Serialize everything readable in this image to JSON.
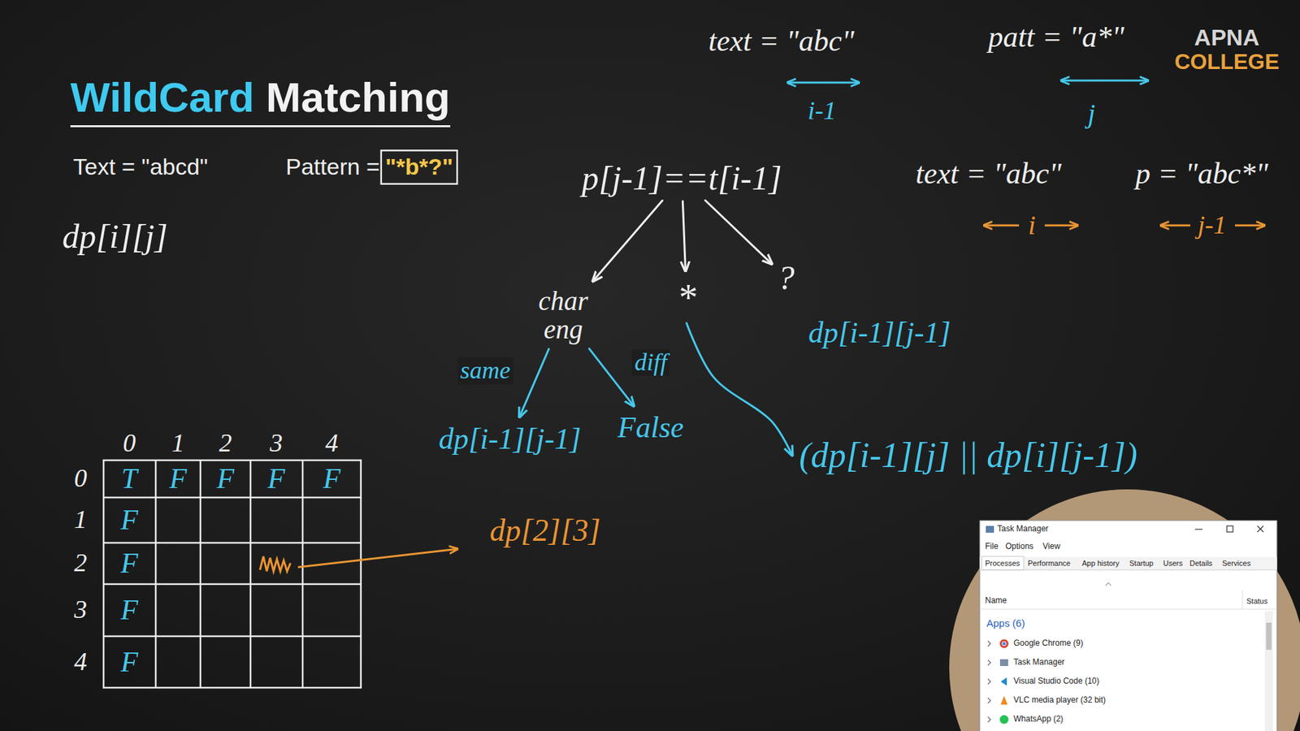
{
  "diagram": {
    "title": "WildCard Matching",
    "nodes": [
      {
        "text": [
          "p[j-1]==t[i-1]"
        ]
      },
      {
        "text": [
          "char eng"
        ]
      },
      {
        "text": [
          "*"
        ]
      },
      {
        "text": [
          "?"
        ]
      },
      {
        "text": [
          "dp[i-1][j-1]"
        ]
      },
      {
        "text": [
          "dp[i-1][j-1]"
        ]
      },
      {
        "text": [
          "False"
        ]
      },
      {
        "text": [
          "(dp[i-1][j] || dp[i][j-1])"
        ]
      }
    ],
    "edges": [
      {
        "from": 0,
        "to": 1,
        "arrow": "to"
      },
      {
        "from": 0,
        "to": 2,
        "arrow": "to"
      },
      {
        "from": 0,
        "to": 3,
        "arrow": "to"
      },
      {
        "from": 1,
        "to": 5,
        "label": "same",
        "arrow": "to"
      },
      {
        "from": 1,
        "to": 6,
        "label": "diff",
        "arrow": "to"
      },
      {
        "from": 2,
        "to": 7,
        "arrow": "to"
      }
    ],
    "labels": [
      "Text = \"abcd\"",
      "Pattern =",
      "\"*b*?\"",
      "dp[i][j]",
      "0",
      "1",
      "2",
      "3",
      "4",
      "0",
      "1",
      "2",
      "3",
      "4",
      "T",
      "F",
      "F",
      "F",
      "F",
      "F",
      "F",
      "F",
      "F",
      "dp[2][3]",
      "text = \"abc\"",
      "i-1",
      "patt = \"a*\"",
      "j",
      "text = \"abc\"",
      "i",
      "p = \"abc*\"",
      "j-1",
      "APNA",
      "COLLEGE",
      "Task Manager",
      "File",
      "Options",
      "View",
      "Processes",
      "Performance",
      "App history",
      "Startup",
      "Users",
      "Details",
      "Services",
      "Name",
      "Status",
      "Apps (6)",
      "Google Chrome (9)",
      "Task Manager",
      "Visual Studio Code (10)",
      "VLC media player (32 bit)",
      "WhatsApp (2)"
    ]
  }
}
